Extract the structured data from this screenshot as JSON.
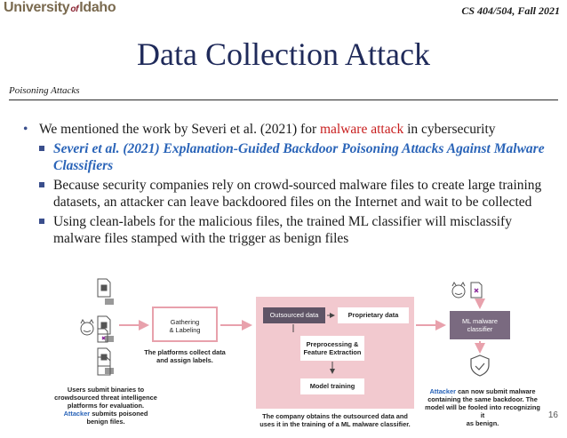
{
  "header": {
    "logo_left": "University",
    "logo_of": "of",
    "logo_right": "Idaho",
    "course": "CS 404/504, Fall 2021"
  },
  "slide": {
    "title": "Data Collection Attack",
    "subtitle": "Poisoning Attacks",
    "page_number": "16"
  },
  "bullets": {
    "main_pre": "We mentioned the work by Severi et al. (2021) for ",
    "main_red": "malware attack",
    "main_post": " in cybersecurity",
    "sub1": "Severi et al. (2021) Explanation-Guided Backdoor Poisoning Attacks Against Malware Classifiers",
    "sub2": "Because security companies rely on crowd-sourced malware files to create large training datasets, an attacker can leave backdoored files on the Internet and wait to be collected",
    "sub3": "Using clean-labels for the malicious files, the trained ML classifier will misclassify malware files stamped with the trigger as benign files"
  },
  "diagram": {
    "gathering": "Gathering",
    "labeling": "& Labeling",
    "platforms_caption_1": "The platforms collect data",
    "platforms_caption_2": "and assign labels.",
    "outsourced": "Outsourced data",
    "proprietary": "Proprietary data",
    "preproc_1": "Preprocessing &",
    "preproc_2": "Feature Extraction",
    "model_training": "Model training",
    "ml_1": "ML malware",
    "ml_2": "classifier",
    "users_1": "Users submit binaries to",
    "users_2": "crowdsourced threat intelligence",
    "users_3": "platforms for evaluation.",
    "users_4_attacker": "Attacker",
    "users_4_rest": " submits poisoned",
    "users_5": "benign files.",
    "company_1": "The company obtains the outsourced data and",
    "company_2": "uses it in the training of a ML malware classifier.",
    "right_1_attacker": "Attacker",
    "right_1_rest": " can now submit malware",
    "right_2": "containing the same backdoor. The",
    "right_3": "model will be fooled into recognizing it",
    "right_4": "as benign."
  },
  "colors": {
    "title": "#1f2a5a",
    "accent_red": "#c81e1e",
    "link_blue": "#2a64b8",
    "pink_bg": "#f2c9cf",
    "pink_border": "#e8a1ac",
    "dark_box": "#5f5466",
    "ml_box": "#7a6a80"
  }
}
